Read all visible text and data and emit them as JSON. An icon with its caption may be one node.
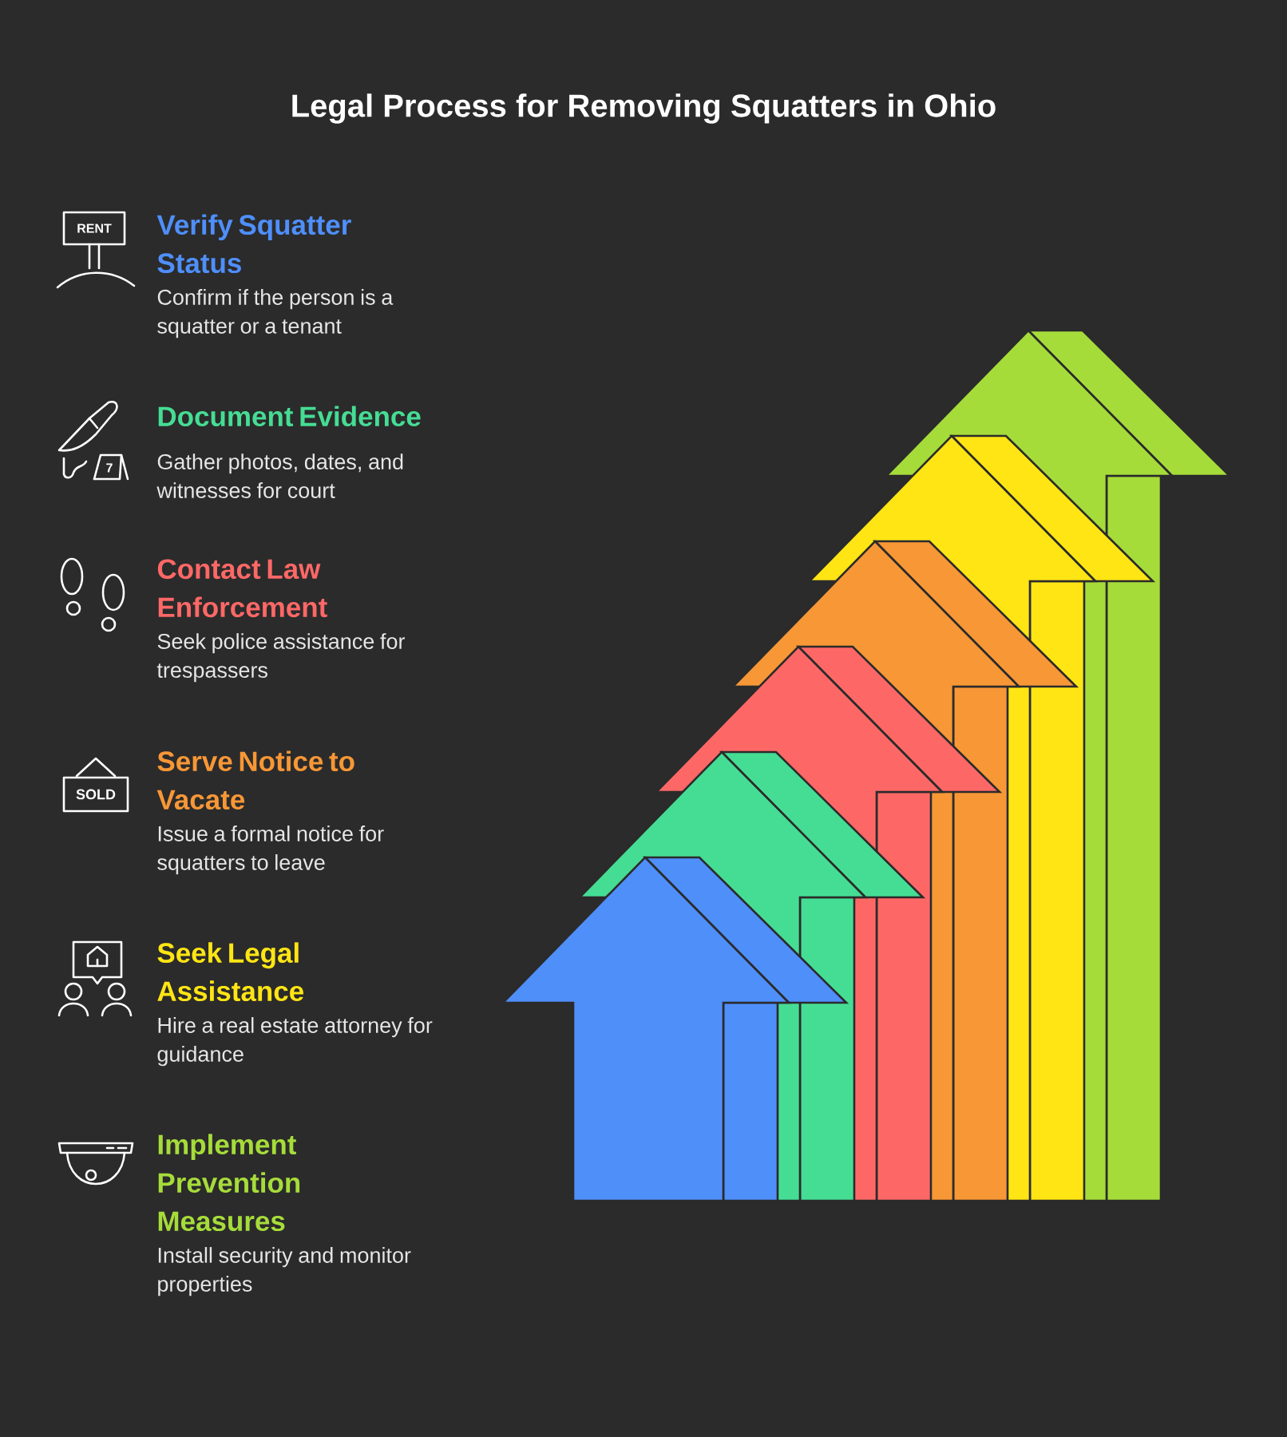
{
  "diagram": {
    "title": "Legal Process for Removing Squatters in Ohio",
    "nodes": [
      {
        "text": [
          "Verify Squatter Status",
          "Confirm if the person is a squatter or a tenant"
        ]
      },
      {
        "text": [
          "Document Evidence",
          "Gather photos, dates, and witnesses for court"
        ]
      },
      {
        "text": [
          "Contact Law Enforcement",
          "Seek police assistance for trespassers"
        ]
      },
      {
        "text": [
          "Serve Notice to Vacate",
          "Issue a formal notice for squatters to leave"
        ]
      },
      {
        "text": [
          "Seek Legal Assistance",
          "Hire a real estate attorney for guidance"
        ]
      },
      {
        "text": [
          "Implement Prevention Measures",
          "Install security and monitor properties"
        ]
      }
    ],
    "labels": [
      "RENT",
      "7",
      "SOLD"
    ]
  }
}
